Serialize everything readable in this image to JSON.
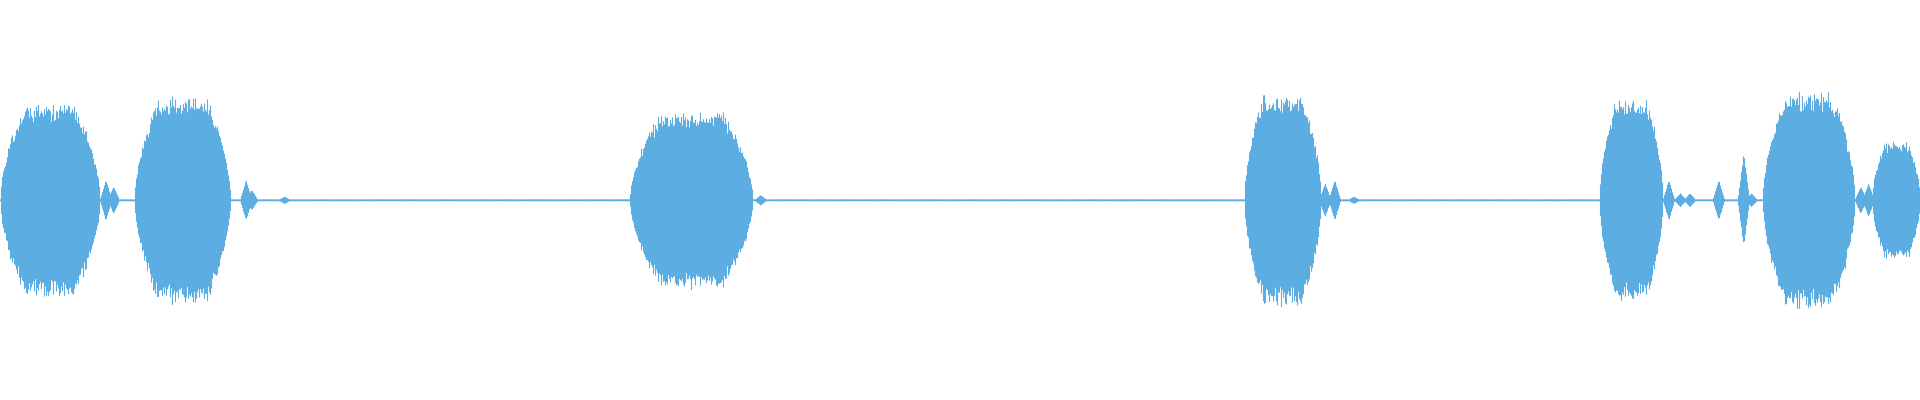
{
  "waveform": {
    "color": "#5dade2",
    "background": "#ffffff",
    "bursts": [
      {
        "start": 0.0,
        "end": 0.052,
        "amp": 0.58
      },
      {
        "start": 0.07,
        "end": 0.12,
        "amp": 0.62
      },
      {
        "start": 0.328,
        "end": 0.392,
        "amp": 0.53
      },
      {
        "start": 0.648,
        "end": 0.688,
        "amp": 0.64
      },
      {
        "start": 0.833,
        "end": 0.866,
        "amp": 0.6
      },
      {
        "start": 0.918,
        "end": 0.966,
        "amp": 0.65
      },
      {
        "start": 0.975,
        "end": 1.0,
        "amp": 0.35
      }
    ],
    "blips": [
      {
        "pos": 0.055,
        "amp": 0.12
      },
      {
        "pos": 0.059,
        "amp": 0.08
      },
      {
        "pos": 0.128,
        "amp": 0.12
      },
      {
        "pos": 0.131,
        "amp": 0.06
      },
      {
        "pos": 0.148,
        "amp": 0.02
      },
      {
        "pos": 0.396,
        "amp": 0.03
      },
      {
        "pos": 0.69,
        "amp": 0.1
      },
      {
        "pos": 0.695,
        "amp": 0.12
      },
      {
        "pos": 0.705,
        "amp": 0.02
      },
      {
        "pos": 0.869,
        "amp": 0.12
      },
      {
        "pos": 0.875,
        "amp": 0.04
      },
      {
        "pos": 0.88,
        "amp": 0.04
      },
      {
        "pos": 0.895,
        "amp": 0.12
      },
      {
        "pos": 0.908,
        "amp": 0.28
      },
      {
        "pos": 0.912,
        "amp": 0.04
      },
      {
        "pos": 0.969,
        "amp": 0.08
      },
      {
        "pos": 0.973,
        "amp": 0.1
      }
    ]
  }
}
